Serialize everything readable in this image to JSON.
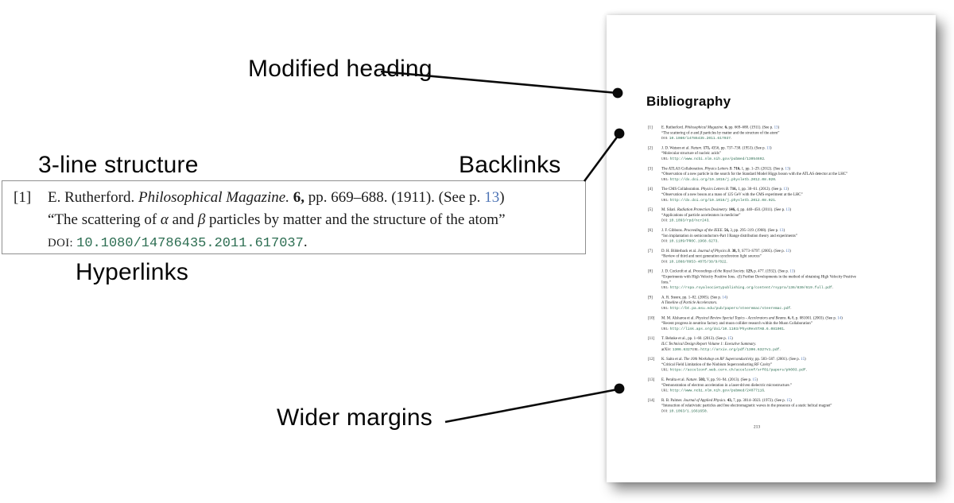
{
  "annotations": {
    "modified_heading": "Modified heading",
    "three_line_structure": "3-line structure",
    "backlinks": "Backlinks",
    "hyperlinks": "Hyperlinks",
    "wider_margins": "Wider margins"
  },
  "colors": {
    "link_green": "#2d6e52",
    "backlink_blue": "#4d74b5"
  },
  "example_entry": {
    "number": "[1]",
    "lines": [
      [
        {
          "t": "E. Rutherford. ",
          "c": "r"
        },
        {
          "t": "Philosophical Magazine. ",
          "c": "i"
        },
        {
          "t": "6, ",
          "c": "b"
        },
        {
          "t": "pp. 669–688. (1911). (See p. ",
          "c": "r"
        },
        {
          "t": "13",
          "c": "bl"
        },
        {
          "t": ")",
          "c": "r"
        }
      ],
      [
        {
          "t": "“The scattering of ",
          "c": "r"
        },
        {
          "t": "α",
          "c": "i"
        },
        {
          "t": " and ",
          "c": "r"
        },
        {
          "t": "β",
          "c": "i"
        },
        {
          "t": " particles by matter and the structure of the atom”",
          "c": "r"
        }
      ],
      [
        {
          "t": "DOI: ",
          "c": "sc"
        },
        {
          "t": "10.1080/14786435.2011.617037",
          "c": "g"
        },
        {
          "t": ".",
          "c": "r"
        }
      ]
    ]
  },
  "page": {
    "heading": "Bibliography",
    "page_number": "213",
    "entries": [
      {
        "num": "[1]",
        "lines": [
          [
            {
              "t": "E. Rutherford. ",
              "c": "r"
            },
            {
              "t": "Philosophical Magazine. ",
              "c": "i"
            },
            {
              "t": "6, ",
              "c": "b"
            },
            {
              "t": "pp. 669–688. (1911). (See p. ",
              "c": "r"
            },
            {
              "t": "13",
              "c": "bl"
            },
            {
              "t": ")",
              "c": "r"
            }
          ],
          [
            {
              "t": "“The scattering of ",
              "c": "r"
            },
            {
              "t": "α",
              "c": "i"
            },
            {
              "t": " and ",
              "c": "r"
            },
            {
              "t": "β",
              "c": "i"
            },
            {
              "t": " particles by matter and the structure of the atom”",
              "c": "r"
            }
          ],
          [
            {
              "t": "DOI: ",
              "c": "sc"
            },
            {
              "t": "10.1080/14786435.2011.617037",
              "c": "g"
            },
            {
              "t": ".",
              "c": "r"
            }
          ]
        ]
      },
      {
        "num": "[2]",
        "lines": [
          [
            {
              "t": "J. D. Watson et al. ",
              "c": "r"
            },
            {
              "t": "Nature. ",
              "c": "i"
            },
            {
              "t": "171, ",
              "c": "b"
            },
            {
              "t": "4356, pp. 737–738. (1953). (See p. ",
              "c": "r"
            },
            {
              "t": "13",
              "c": "bl"
            },
            {
              "t": ")",
              "c": "r"
            }
          ],
          [
            {
              "t": "“Molecular structure of nucleic acids”",
              "c": "r"
            }
          ],
          [
            {
              "t": "URL: ",
              "c": "sc"
            },
            {
              "t": "http://www.ncbi.nlm.nih.gov/pubmed/13054692",
              "c": "g"
            },
            {
              "t": ".",
              "c": "r"
            }
          ]
        ]
      },
      {
        "num": "[3]",
        "lines": [
          [
            {
              "t": "The ATLAS Collaboration. ",
              "c": "r"
            },
            {
              "t": "Physics Letters B. ",
              "c": "i"
            },
            {
              "t": "716, ",
              "c": "b"
            },
            {
              "t": "1, pp. 1–29. (2012). (See p. ",
              "c": "r"
            },
            {
              "t": "13",
              "c": "bl"
            },
            {
              "t": ")",
              "c": "r"
            }
          ],
          [
            {
              "t": "“Observation of a new particle in the search for the Standard Model Higgs boson with the ATLAS detector at the LHC”",
              "c": "r"
            }
          ],
          [
            {
              "t": "URL: ",
              "c": "sc"
            },
            {
              "t": "http://dx.doi.org/10.1016/j.physletb.2012.08.020",
              "c": "g"
            },
            {
              "t": ".",
              "c": "r"
            }
          ]
        ]
      },
      {
        "num": "[4]",
        "lines": [
          [
            {
              "t": "The CMS Collaboration. ",
              "c": "r"
            },
            {
              "t": "Physics Letters B. ",
              "c": "i"
            },
            {
              "t": "716, ",
              "c": "b"
            },
            {
              "t": "1, pp. 30–61. (2012). (See p. ",
              "c": "r"
            },
            {
              "t": "13",
              "c": "bl"
            },
            {
              "t": ")",
              "c": "r"
            }
          ],
          [
            {
              "t": "“Observation of a new boson at a mass of 125 GeV with the CMS experiment at the LHC”",
              "c": "r"
            }
          ],
          [
            {
              "t": "URL: ",
              "c": "sc"
            },
            {
              "t": "http://dx.doi.org/10.1016/j.physletb.2012.08.021",
              "c": "g"
            },
            {
              "t": ".",
              "c": "r"
            }
          ]
        ]
      },
      {
        "num": "[5]",
        "lines": [
          [
            {
              "t": "M. Silari. ",
              "c": "r"
            },
            {
              "t": "Radiation Protection Dosimetry. ",
              "c": "i"
            },
            {
              "t": "146, ",
              "c": "b"
            },
            {
              "t": "4, pp. 440–450. (2011). (See p. ",
              "c": "r"
            },
            {
              "t": "13",
              "c": "bl"
            },
            {
              "t": ")",
              "c": "r"
            }
          ],
          [
            {
              "t": "“Applications of particle accelerators in medicine”",
              "c": "r"
            }
          ],
          [
            {
              "t": "DOI: ",
              "c": "sc"
            },
            {
              "t": "10.1093/rpd/ncr243",
              "c": "g"
            },
            {
              "t": ".",
              "c": "r"
            }
          ]
        ]
      },
      {
        "num": "[6]",
        "lines": [
          [
            {
              "t": "J. F. Gibbons. ",
              "c": "r"
            },
            {
              "t": "Proceedings of the IEEE. ",
              "c": "i"
            },
            {
              "t": "56, ",
              "c": "b"
            },
            {
              "t": "3, pp. 295–319. (1968). (See p. ",
              "c": "r"
            },
            {
              "t": "13",
              "c": "bl"
            },
            {
              "t": ")",
              "c": "r"
            }
          ],
          [
            {
              "t": "“Ion implantation in semiconductors-Part I Range distribution theory and experiments”",
              "c": "r"
            }
          ],
          [
            {
              "t": "DOI: ",
              "c": "sc"
            },
            {
              "t": "10.1109/PROC.1968.6273",
              "c": "g"
            },
            {
              "t": ".",
              "c": "r"
            }
          ]
        ]
      },
      {
        "num": "[7]",
        "lines": [
          [
            {
              "t": "D. H. Bilderback et al. ",
              "c": "r"
            },
            {
              "t": "Journal of Physics B. ",
              "c": "i"
            },
            {
              "t": "38, ",
              "c": "b"
            },
            {
              "t": "9, S773–S797. (2005). (See p. ",
              "c": "r"
            },
            {
              "t": "13",
              "c": "bl"
            },
            {
              "t": ")",
              "c": "r"
            }
          ],
          [
            {
              "t": "“Review of third and next generation synchrotron light sources”",
              "c": "r"
            }
          ],
          [
            {
              "t": "DOI: ",
              "c": "sc"
            },
            {
              "t": "10.1088/0953-4075/38/9/022",
              "c": "g"
            },
            {
              "t": ".",
              "c": "r"
            }
          ]
        ]
      },
      {
        "num": "[8]",
        "lines": [
          [
            {
              "t": "J. D. Cockroft et al. ",
              "c": "r"
            },
            {
              "t": "Proceedings of the Royal Society. ",
              "c": "i"
            },
            {
              "t": "129, ",
              "c": "b"
            },
            {
              "t": "p. 477. (1932). (See p. ",
              "c": "r"
            },
            {
              "t": "13",
              "c": "bl"
            },
            {
              "t": ")",
              "c": "r"
            }
          ],
          [
            {
              "t": "“Experiments with High Velocity Positive Ions. -(I) Further Developments in the method of obtaining High Velocity Positive Ions.”",
              "c": "r"
            }
          ],
          [
            {
              "t": "URL: ",
              "c": "sc"
            },
            {
              "t": "http://rspa.royalsocietypublishing.org/content/rsypra/136/830/619.full.pdf",
              "c": "g"
            },
            {
              "t": ".",
              "c": "r"
            }
          ]
        ]
      },
      {
        "num": "[9]",
        "lines": [
          [
            {
              "t": "A. R. Steere, pp. 1–82. (2005). (See p. ",
              "c": "r"
            },
            {
              "t": "14",
              "c": "bl"
            },
            {
              "t": ")",
              "c": "r"
            }
          ],
          [
            {
              "t": "A Timeline of Particle Accelerators.",
              "c": "i"
            }
          ],
          [
            {
              "t": "URL: ",
              "c": "sc"
            },
            {
              "t": "http://bt.pa.msu.edu/pub/papers/steeremac/steeremac.pdf",
              "c": "g"
            },
            {
              "t": ".",
              "c": "r"
            }
          ]
        ]
      },
      {
        "num": "[10]",
        "lines": [
          [
            {
              "t": "M. M. Alsharoa et al. ",
              "c": "r"
            },
            {
              "t": "Physical Review Special Topics - Accelerators and Beams. ",
              "c": "i"
            },
            {
              "t": "6, ",
              "c": "b"
            },
            {
              "t": "8, p. 081001. (2003). (See p. ",
              "c": "r"
            },
            {
              "t": "14",
              "c": "bl"
            },
            {
              "t": ")",
              "c": "r"
            }
          ],
          [
            {
              "t": "“Recent progress in neutrino factory and muon collider research within the Muon Collaboration”",
              "c": "r"
            }
          ],
          [
            {
              "t": "URL: ",
              "c": "sc"
            },
            {
              "t": "http://link.aps.org/doi/10.1103/PhysRevSTAB.6.081001",
              "c": "g"
            },
            {
              "t": ".",
              "c": "r"
            }
          ]
        ]
      },
      {
        "num": "[11]",
        "lines": [
          [
            {
              "t": "T. Behnke et al., pp. 1–60. (2013). (See p. ",
              "c": "r"
            },
            {
              "t": "15",
              "c": "bl"
            },
            {
              "t": ")",
              "c": "r"
            }
          ],
          [
            {
              "t": "ILC Technical Design Report Volume 1: Executive Summary.",
              "c": "i"
            }
          ],
          [
            {
              "t": "arXiv: ",
              "c": "r"
            },
            {
              "t": "1306.6327",
              "c": "g"
            },
            {
              "t": "URL: ",
              "c": "sc"
            },
            {
              "t": "http://arxiv.org/pdf/1306.6327v1.pdf",
              "c": "g"
            },
            {
              "t": ".",
              "c": "r"
            }
          ]
        ]
      },
      {
        "num": "[12]",
        "lines": [
          [
            {
              "t": "K. Saito et al. ",
              "c": "r"
            },
            {
              "t": "The 10th Workshop on RF Superconductivity, ",
              "c": "i"
            },
            {
              "t": "pp. 583–587. (2001). (See p. ",
              "c": "r"
            },
            {
              "t": "15",
              "c": "bl"
            },
            {
              "t": ")",
              "c": "r"
            }
          ],
          [
            {
              "t": "“Critical Field Limitation of the Niobium Superconducting RF Cavity”",
              "c": "r"
            }
          ],
          [
            {
              "t": "URL: ",
              "c": "sc"
            },
            {
              "t": "https://accelconf.web.cern.ch/accelconf/srf01/papers/ph003.pdf",
              "c": "g"
            },
            {
              "t": ".",
              "c": "r"
            }
          ]
        ]
      },
      {
        "num": "[13]",
        "lines": [
          [
            {
              "t": "E. Peralta et al. ",
              "c": "r"
            },
            {
              "t": "Nature. ",
              "c": "i"
            },
            {
              "t": "503, ",
              "c": "b"
            },
            {
              "t": "V, pp. 91–94. (2013). (See p. ",
              "c": "r"
            },
            {
              "t": "15",
              "c": "bl"
            },
            {
              "t": ")",
              "c": "r"
            }
          ],
          [
            {
              "t": "“Demonstration of electron acceleration in a laser-driven dielectric microstructure.”",
              "c": "r"
            }
          ],
          [
            {
              "t": "URL: ",
              "c": "sc"
            },
            {
              "t": "http://www.ncbi.nlm.nih.gov/pubmed/24077116",
              "c": "g"
            },
            {
              "t": ".",
              "c": "r"
            }
          ]
        ]
      },
      {
        "num": "[14]",
        "lines": [
          [
            {
              "t": "R. B. Palmer. ",
              "c": "r"
            },
            {
              "t": "Journal of Applied Physics. ",
              "c": "i"
            },
            {
              "t": "43, ",
              "c": "b"
            },
            {
              "t": "7, pp. 3014–3023. (1972). (See p. ",
              "c": "r"
            },
            {
              "t": "15",
              "c": "bl"
            },
            {
              "t": ")",
              "c": "r"
            }
          ],
          [
            {
              "t": "“Interaction of relativistic particles and free electromagnetic waves in the presence of a static helical magnet”",
              "c": "r"
            }
          ],
          [
            {
              "t": "DOI: ",
              "c": "sc"
            },
            {
              "t": "10.1063/1.1661650",
              "c": "g"
            },
            {
              "t": ".",
              "c": "r"
            }
          ]
        ]
      }
    ]
  }
}
